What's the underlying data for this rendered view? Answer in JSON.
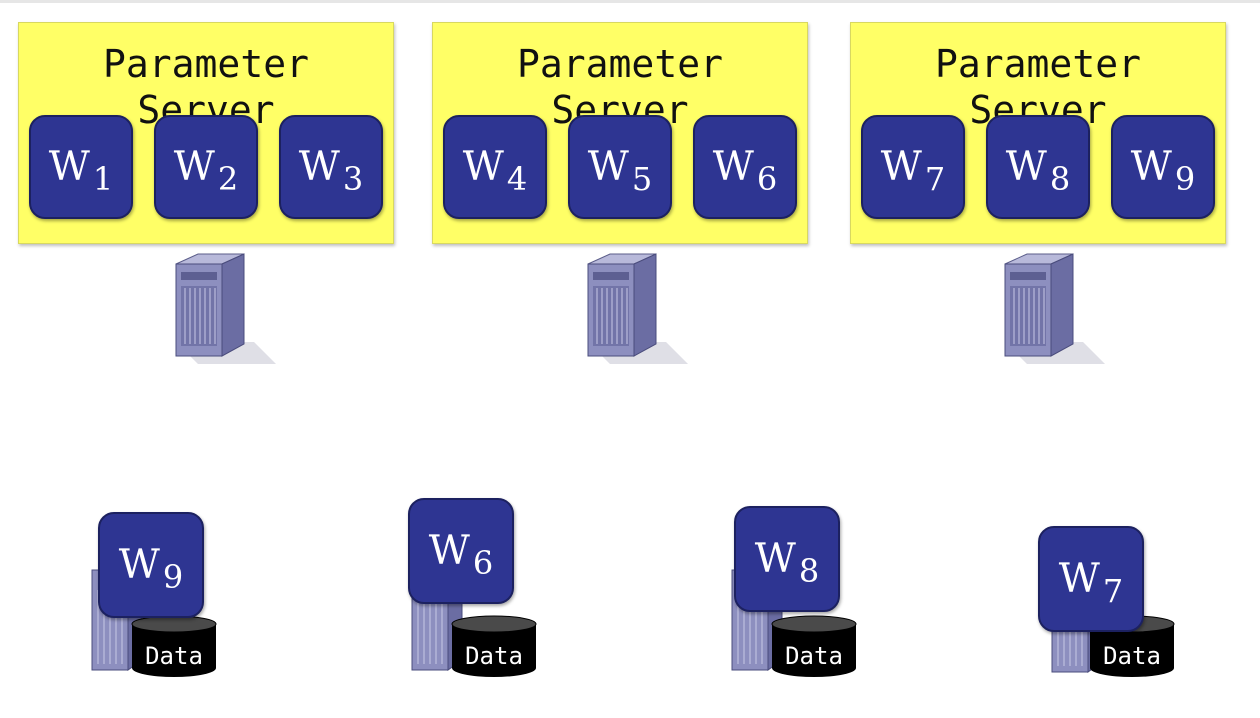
{
  "parameter_servers": [
    {
      "title": "Parameter\nServer",
      "weights": [
        {
          "base": "W",
          "sub": "1"
        },
        {
          "base": "W",
          "sub": "2"
        },
        {
          "base": "W",
          "sub": "3"
        }
      ]
    },
    {
      "title": "Parameter\nServer",
      "weights": [
        {
          "base": "W",
          "sub": "4"
        },
        {
          "base": "W",
          "sub": "5"
        },
        {
          "base": "W",
          "sub": "6"
        }
      ]
    },
    {
      "title": "Parameter\nServer",
      "weights": [
        {
          "base": "W",
          "sub": "7"
        },
        {
          "base": "W",
          "sub": "8"
        },
        {
          "base": "W",
          "sub": "9"
        }
      ]
    }
  ],
  "workers": [
    {
      "weight": {
        "base": "W",
        "sub": "9"
      },
      "data_label": "Data"
    },
    {
      "weight": {
        "base": "W",
        "sub": "6"
      },
      "data_label": "Data"
    },
    {
      "weight": {
        "base": "W",
        "sub": "8"
      },
      "data_label": "Data"
    },
    {
      "weight": {
        "base": "W",
        "sub": "7"
      },
      "data_label": "Data"
    }
  ],
  "colors": {
    "ps_fill": "#ffff66",
    "weight_fill": "#2e3592",
    "server_body": "#8d8fbf",
    "disk_fill": "#000000"
  },
  "icons": {
    "server": "server-tower-icon",
    "disk": "database-disk-icon"
  }
}
